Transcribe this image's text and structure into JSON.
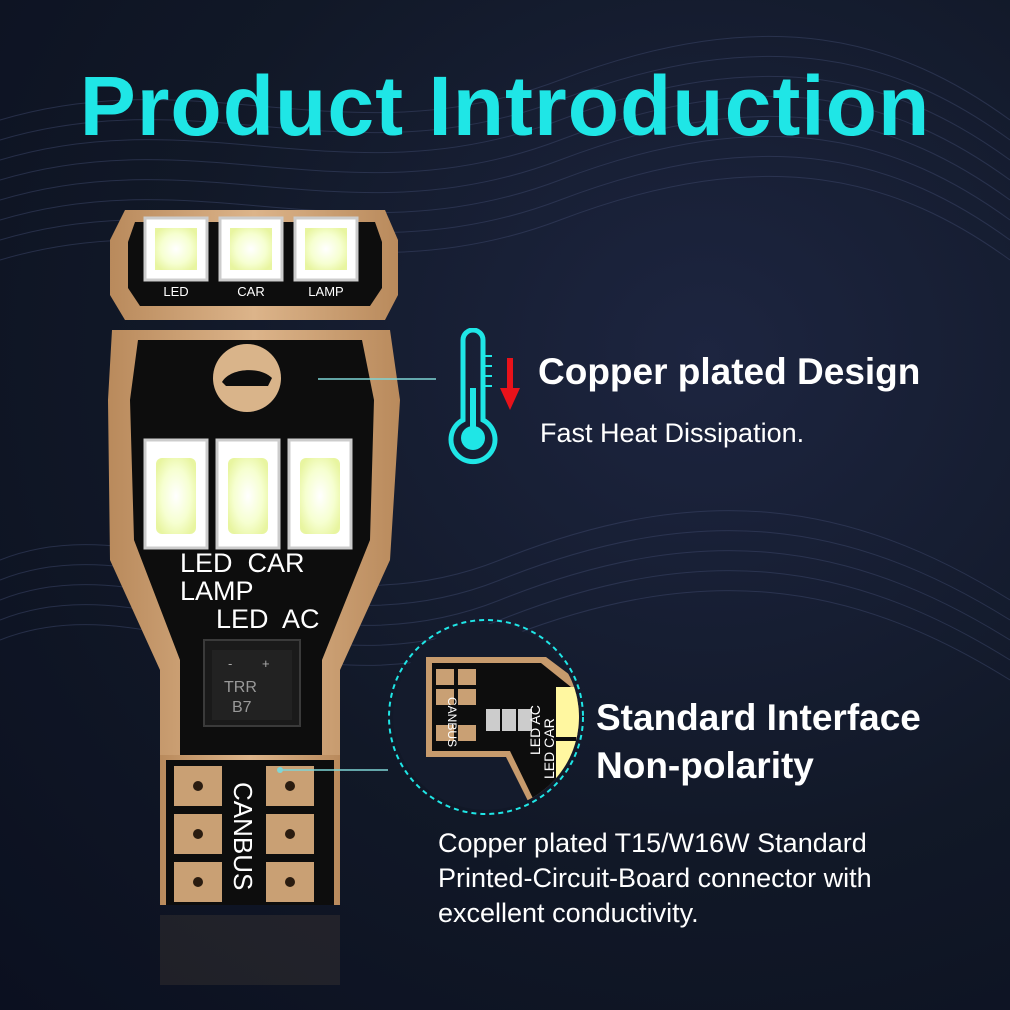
{
  "title": "Product Introduction",
  "colors": {
    "accent": "#1fe6e6",
    "background": "#111827",
    "copper": "#c79b6d",
    "pcb": "#0d0d0d",
    "led": "#f6ffd0",
    "arrow": "#e8121a"
  },
  "bulb": {
    "top_labels": [
      "LED",
      "CAR",
      "LAMP"
    ],
    "mid_text_line1": "LED  CAR",
    "mid_text_line2": "LAMP",
    "mid_text_line3": "LED  AC",
    "chip_line1": "TRR",
    "chip_line2": "B7",
    "chip_minus": "-",
    "chip_plus": "+",
    "canbus": "CANBUS"
  },
  "features": [
    {
      "icon": "thermometer-icon",
      "title": "Copper plated Design",
      "subtitle": "Fast Heat Dissipation."
    },
    {
      "icon": "connector-zoom-image",
      "title_line1": "Standard Interface",
      "title_line2": "Non-polarity",
      "desc_line1": "Copper plated T15/W16W Standard",
      "desc_line2": "Printed-Circuit-Board connector with",
      "desc_line3": "excellent conductivity."
    }
  ],
  "zoom_labels": {
    "canbus": "CANBUS",
    "led_ac": "LED  AC",
    "led_car": "LED  CAR"
  }
}
